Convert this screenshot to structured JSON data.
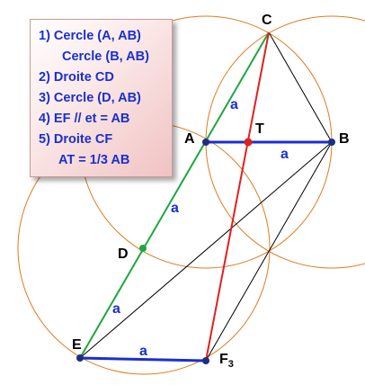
{
  "steps": [
    "1) Cercle (A, AB)",
    "Cercle (B, AB)",
    "2) Droite CD",
    "3) Cercle (D, AB)",
    "4) EF // et = AB",
    "5) Droite CF",
    "AT = 1/3 AB"
  ],
  "points": {
    "C": "C",
    "A": "A",
    "T": "T",
    "B": "B",
    "D": "D",
    "E": "E",
    "F": "F",
    "F_sub": "3"
  },
  "segment_label": "a",
  "colors": {
    "circle": "#e07b20",
    "green_line": "#1fa640",
    "red_line": "#e02020",
    "blue_segment": "#1a2fd0",
    "text_blue": "#1a2fd0",
    "point_blue": "#1a2f80",
    "point_red": "#e02020",
    "point_green": "#1fa640",
    "box_fill": "#f1c2c2"
  }
}
